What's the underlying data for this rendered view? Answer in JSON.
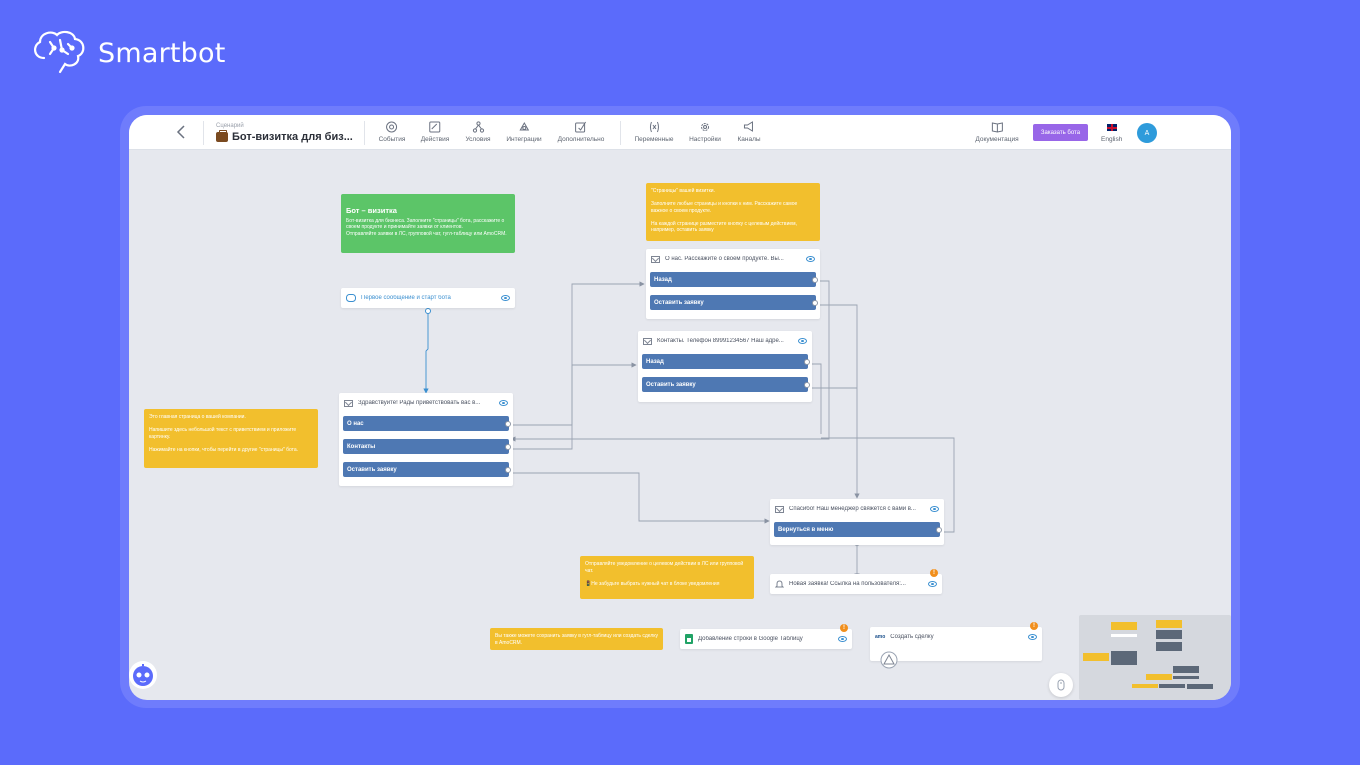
{
  "brand": {
    "name": "Smartbot"
  },
  "topbar": {
    "scenario_label": "Сценарий",
    "scenario_title": "Бот-визитка для биз...",
    "tools": [
      {
        "label": "События",
        "icon": "target-icon"
      },
      {
        "label": "Действия",
        "icon": "action-icon"
      },
      {
        "label": "Условия",
        "icon": "condition-icon"
      },
      {
        "label": "Интеграции",
        "icon": "integration-icon"
      },
      {
        "label": "Дополнительно",
        "icon": "extra-icon"
      },
      {
        "label": "Переменные",
        "icon": "variables-icon"
      },
      {
        "label": "Настройки",
        "icon": "gear-icon"
      },
      {
        "label": "Каналы",
        "icon": "megaphone-icon"
      }
    ],
    "docs_label": "Документация",
    "order_bot_label": "Заказать бота",
    "language_label": "English",
    "avatar_letter": "A"
  },
  "notes": {
    "green": {
      "title": "Бот – визитка",
      "body": "Бот-визитка для бизнеса. Заполните \"страницы\" бота, расскажите о своем продукте и принимайте заявки от клиентов.\nОтправляйте заявки в ЛС, групповой чат, гугл-таблицу или AmoCRM."
    },
    "pages": "\"Страницы\" вашей визитки.\n\nЗаполните любые страницы и кнопки к ним. Расскажите самое важное о своем продукте.\n\nНа каждой странице разместите кнопку с целевым действием, например, оставить заявку",
    "main": "Это главная страница о вашей компании.\n\nНапишите здесь небольшой текст с приветствием и приложите картинку.\n\nНажимайте на кнопки, чтобы перейти в другие \"страницы\" бота.",
    "notify": "Отправляйте уведомление о целевом действии в ЛС или групповой чат.\n\n🚦Не забудьте выбрать нужный чат в блоке уведомления",
    "sheet": "Вы также можете сохранить заявку в гугл-таблицу или создать сделку в AmoCRM."
  },
  "nodes": {
    "start": {
      "title": "Первое сообщение и старт бота"
    },
    "welcome": {
      "title": "Здравствуйте! Рады приветствовать вас в...",
      "buttons": [
        "О нас",
        "Контакты",
        "Оставить заявку"
      ]
    },
    "about": {
      "title": "О нас. Расскажите о своем продукте. Вы...",
      "buttons": [
        "Назад",
        "Оставить заявку"
      ]
    },
    "contacts": {
      "title": "Контакты. Телефон 89991234567 Наш адре...",
      "buttons": [
        "Назад",
        "Оставить заявку"
      ]
    },
    "thanks": {
      "title": "Спасибо! Наш менеджер свяжется с вами в...",
      "buttons": [
        "Вернуться в меню"
      ]
    },
    "notification": {
      "title": "Новая заявка! Ссылка на пользователя:..."
    },
    "gsheet": {
      "title": "Добавление строки в Google Таблицу"
    },
    "amo": {
      "title": "Создать сделку",
      "logo": "amo"
    }
  },
  "colors": {
    "background": "#5b6bfb",
    "node_button": "#4e78b3",
    "note_yellow": "#f2bf2d",
    "note_green": "#5cc568",
    "order_button": "#9866e8"
  }
}
